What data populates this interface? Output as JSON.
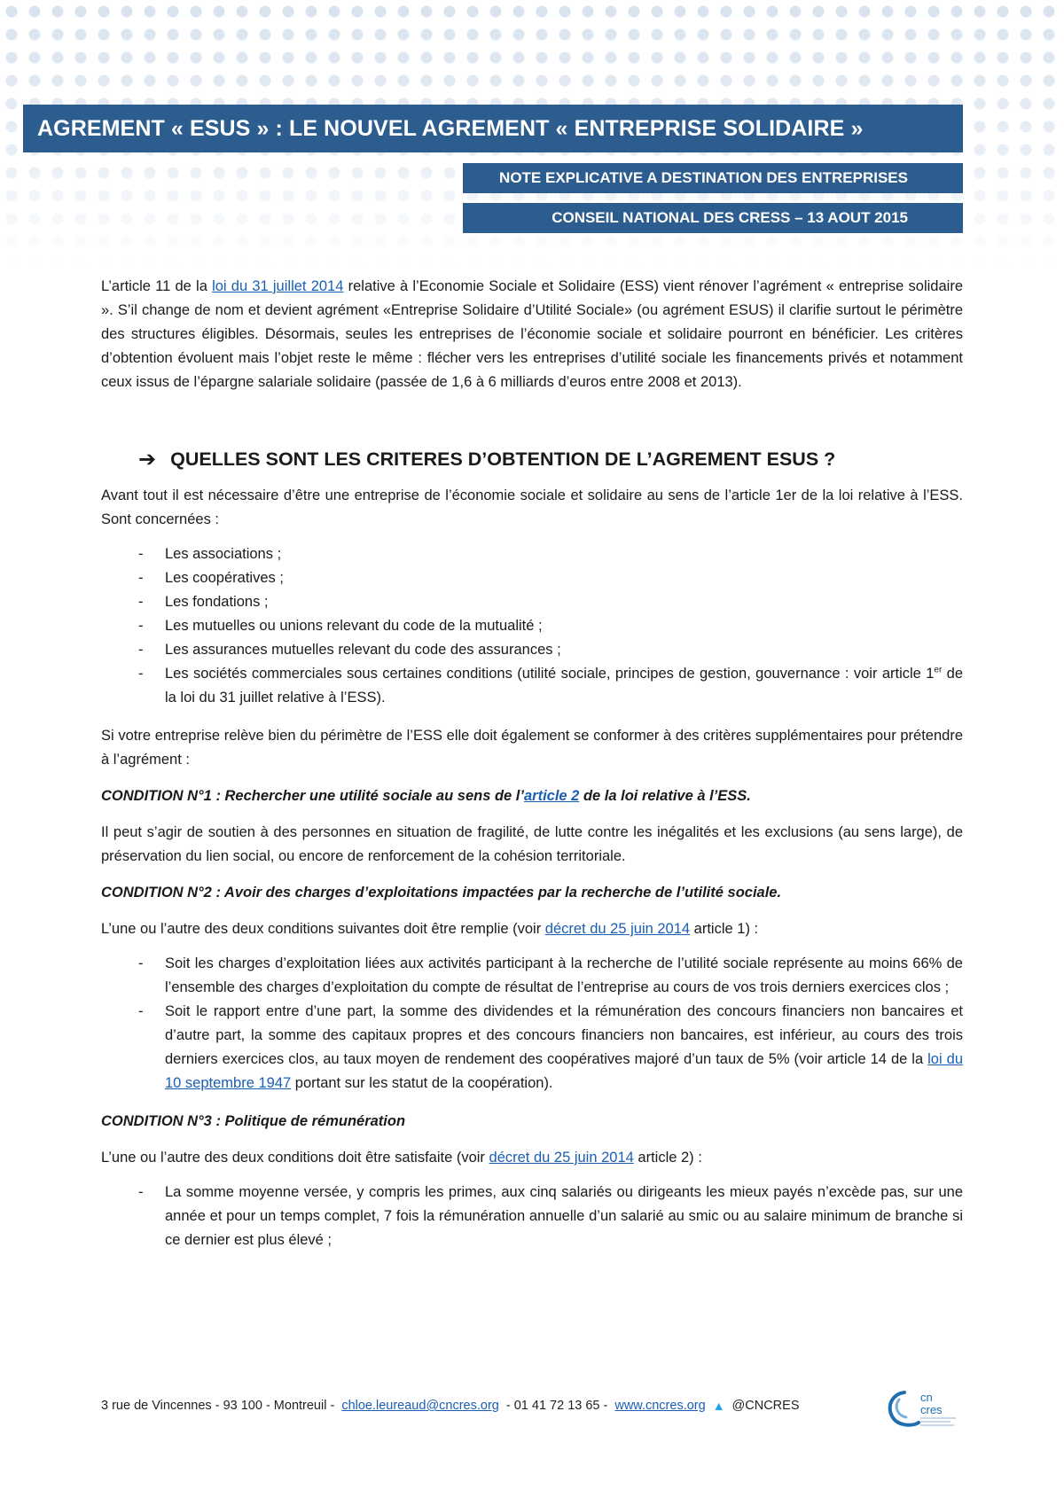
{
  "header": {
    "title": "AGREMENT « ESUS » : LE NOUVEL AGREMENT « ENTREPRISE SOLIDAIRE »",
    "subtitle1": "NOTE EXPLICATIVE A DESTINATION DES ENTREPRISES",
    "subtitle2": "CONSEIL NATIONAL DES CRESS – 13 AOUT 2015"
  },
  "intro": {
    "t1": "L’article 11 de la ",
    "link": "loi du 31 juillet 2014",
    "t2": " relative à l’Economie Sociale et Solidaire (ESS) vient rénover l’agrément « entreprise solidaire ». S’il change de nom et devient agrément «Entreprise Solidaire d’Utilité Sociale» (ou agrément ESUS) il clarifie surtout le périmètre des structures éligibles. Désormais, seules les entreprises de l’économie sociale et solidaire pourront en bénéficier. Les critères d’obtention évoluent mais l’objet reste le même : flécher vers les entreprises d’utilité sociale les financements privés et notamment ceux issus de l’épargne salariale solidaire (passée de 1,6 à 6 milliards d’euros entre 2008 et 2013)."
  },
  "section": {
    "arrow": "➔",
    "heading": "QUELLES SONT LES CRITERES D’OBTENTION DE L’AGREMENT ESUS ?",
    "para1": "Avant tout il est nécessaire d’être une entreprise de l’économie sociale et solidaire au sens de l’article 1er de la loi relative à l’ESS. Sont concernées :",
    "list": [
      "Les associations ;",
      "Les coopératives ;",
      "Les fondations ;",
      "Les mutuelles ou unions relevant du code de la mutualité ;",
      "Les assurances mutuelles relevant du code des assurances ;"
    ],
    "list_last_a": "Les sociétés commerciales sous certaines conditions (utilité sociale, principes de gestion, gouvernance : voir article 1",
    "list_last_sup": "er",
    "list_last_b": " de la loi du 31 juillet relative à l’ESS).",
    "para2": "Si votre entreprise relève bien du périmètre de l’ESS elle doit également se conformer à des critères supplémentaires pour prétendre à l’agrément :"
  },
  "cond1": {
    "a": "CONDITION N°1 : Rechercher une utilité sociale au sens de l’",
    "link": "article 2",
    "b": " de la loi relative à l’ESS.",
    "text": "Il peut s’agir de soutien à des personnes en situation de fragilité, de lutte contre les inégalités et les exclusions (au sens large), de préservation du lien social, ou encore de renforcement de la cohésion territoriale."
  },
  "cond2": {
    "title": "CONDITION N°2 : Avoir des charges d’exploitations impactées par la recherche de l’utilité sociale.",
    "intro_a": "L’une ou l’autre des deux conditions suivantes doit être remplie (voir ",
    "intro_link": "décret du 25 juin 2014",
    "intro_b": " article 1) :",
    "item1": "Soit les charges d’exploitation liées aux activités participant à la recherche de l’utilité sociale représente au moins 66% de l’ensemble des charges d’exploitation du compte de résultat de l’entreprise au cours de vos trois derniers exercices clos ;",
    "item2_a": "Soit le rapport entre d’une part, la somme des dividendes et la rémunération des concours financiers non bancaires et d’autre part, la somme des capitaux propres et des concours financiers non bancaires, est inférieur, au cours des trois derniers exercices clos, au taux moyen de rendement des coopératives majoré d’un taux de 5% (voir article 14 de la ",
    "item2_link": "loi du 10 septembre 1947",
    "item2_b": " portant sur les statut de la coopération)."
  },
  "cond3": {
    "title": "CONDITION N°3 : Politique de rémunération",
    "intro_a": "L’une ou l’autre des deux conditions doit être satisfaite (voir ",
    "intro_link": "décret du 25 juin 2014",
    "intro_b": " article 2) :",
    "item1": "La somme moyenne versée, y compris les primes, aux cinq salariés ou dirigeants les mieux payés n’excède pas, sur une année et pour un temps complet, 7 fois la rémunération annuelle d’un salarié au smic ou au salaire minimum de branche si ce dernier est plus élevé ;"
  },
  "dash": "-",
  "footer": {
    "address": "3 rue de Vincennes - 93 100 - Montreuil -",
    "email": "chloe.leureaud@cncres.org",
    "phone": "- 01 41 72 13 65 -",
    "website": "www.cncres.org",
    "twitter": "@CNCRES"
  },
  "logo": {
    "line1": "cn",
    "line2": "cres"
  },
  "colors": {
    "banner": "#2c5d8e",
    "link": "#1a5fb4",
    "logo": "#1f6fb0"
  }
}
